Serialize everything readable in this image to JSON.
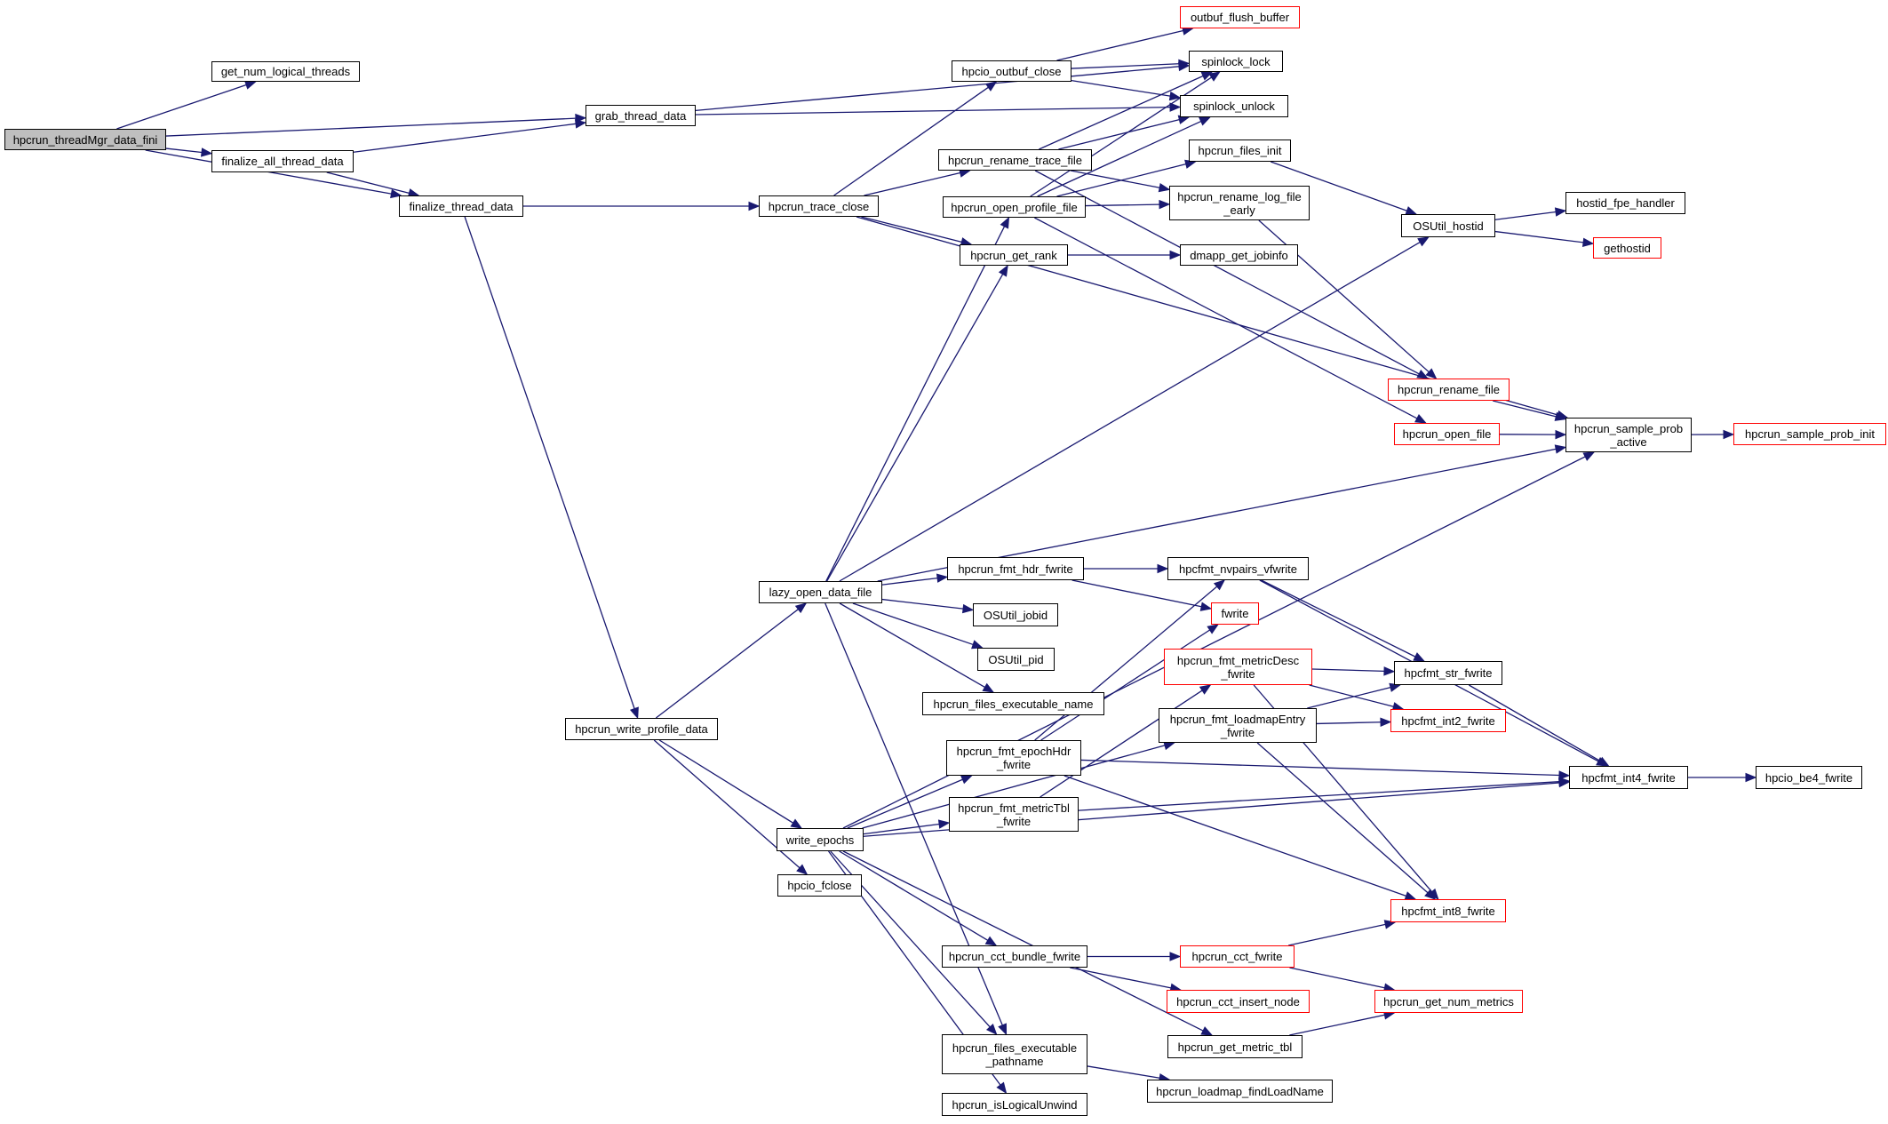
{
  "diagram": {
    "type": "call-graph",
    "root": "hpcrun_threadMgr_data_fini",
    "colors": {
      "edge": "#191970",
      "external_border": "#ff0000",
      "node_border": "#000000",
      "root_fill": "#bfbfbf"
    },
    "nodes": [
      {
        "id": "root",
        "label": "hpcrun_threadMgr_data_fini",
        "kind": "root"
      },
      {
        "id": "get_num_logical_threads",
        "label": "get_num_logical_threads",
        "kind": "normal"
      },
      {
        "id": "finalize_all_thread_data",
        "label": "finalize_all_thread_data",
        "kind": "normal"
      },
      {
        "id": "grab_thread_data",
        "label": "grab_thread_data",
        "kind": "normal"
      },
      {
        "id": "finalize_thread_data",
        "label": "finalize_thread_data",
        "kind": "normal"
      },
      {
        "id": "hpcrun_trace_close",
        "label": "hpcrun_trace_close",
        "kind": "normal"
      },
      {
        "id": "hpcio_outbuf_close",
        "label": "hpcio_outbuf_close",
        "kind": "normal"
      },
      {
        "id": "outbuf_flush_buffer",
        "label": "outbuf_flush_buffer",
        "kind": "external"
      },
      {
        "id": "spinlock_lock",
        "label": "spinlock_lock",
        "kind": "normal"
      },
      {
        "id": "spinlock_unlock",
        "label": "spinlock_unlock",
        "kind": "normal"
      },
      {
        "id": "hpcrun_rename_trace_file",
        "label": "hpcrun_rename_trace_file",
        "kind": "normal"
      },
      {
        "id": "hpcrun_files_init",
        "label": "hpcrun_files_init",
        "kind": "normal"
      },
      {
        "id": "hpcrun_open_profile_file",
        "label": "hpcrun_open_profile_file",
        "kind": "normal"
      },
      {
        "id": "hpcrun_rename_log_file_early",
        "label": "hpcrun_rename_log_file\n_early",
        "kind": "normal"
      },
      {
        "id": "hpcrun_get_rank",
        "label": "hpcrun_get_rank",
        "kind": "normal"
      },
      {
        "id": "dmapp_get_jobinfo",
        "label": "dmapp_get_jobinfo",
        "kind": "normal"
      },
      {
        "id": "OSUtil_hostid",
        "label": "OSUtil_hostid",
        "kind": "normal"
      },
      {
        "id": "hostid_fpe_handler",
        "label": "hostid_fpe_handler",
        "kind": "normal"
      },
      {
        "id": "gethostid",
        "label": "gethostid",
        "kind": "external"
      },
      {
        "id": "hpcrun_rename_file",
        "label": "hpcrun_rename_file",
        "kind": "external"
      },
      {
        "id": "hpcrun_open_file",
        "label": "hpcrun_open_file",
        "kind": "external"
      },
      {
        "id": "hpcrun_sample_prob_active",
        "label": "hpcrun_sample_prob\n_active",
        "kind": "normal"
      },
      {
        "id": "hpcrun_sample_prob_init",
        "label": "hpcrun_sample_prob_init",
        "kind": "external"
      },
      {
        "id": "lazy_open_data_file",
        "label": "lazy_open_data_file",
        "kind": "normal"
      },
      {
        "id": "hpcrun_fmt_hdr_fwrite",
        "label": "hpcrun_fmt_hdr_fwrite",
        "kind": "normal"
      },
      {
        "id": "OSUtil_jobid",
        "label": "OSUtil_jobid",
        "kind": "normal"
      },
      {
        "id": "OSUtil_pid",
        "label": "OSUtil_pid",
        "kind": "normal"
      },
      {
        "id": "hpcrun_files_executable_name",
        "label": "hpcrun_files_executable_name",
        "kind": "normal"
      },
      {
        "id": "hpcfmt_nvpairs_vfwrite",
        "label": "hpcfmt_nvpairs_vfwrite",
        "kind": "normal"
      },
      {
        "id": "fwrite",
        "label": "fwrite",
        "kind": "external"
      },
      {
        "id": "hpcrun_fmt_metricDesc_fwrite",
        "label": "hpcrun_fmt_metricDesc\n_fwrite",
        "kind": "external"
      },
      {
        "id": "hpcfmt_str_fwrite",
        "label": "hpcfmt_str_fwrite",
        "kind": "normal"
      },
      {
        "id": "hpcrun_fmt_loadmapEntry_fwrite",
        "label": "hpcrun_fmt_loadmapEntry\n_fwrite",
        "kind": "normal"
      },
      {
        "id": "hpcfmt_int2_fwrite",
        "label": "hpcfmt_int2_fwrite",
        "kind": "external"
      },
      {
        "id": "hpcrun_write_profile_data",
        "label": "hpcrun_write_profile_data",
        "kind": "normal"
      },
      {
        "id": "hpcrun_fmt_epochHdr_fwrite",
        "label": "hpcrun_fmt_epochHdr\n_fwrite",
        "kind": "normal"
      },
      {
        "id": "hpcrun_fmt_metricTbl_fwrite",
        "label": "hpcrun_fmt_metricTbl\n_fwrite",
        "kind": "normal"
      },
      {
        "id": "hpcfmt_int4_fwrite",
        "label": "hpcfmt_int4_fwrite",
        "kind": "normal"
      },
      {
        "id": "hpcio_be4_fwrite",
        "label": "hpcio_be4_fwrite",
        "kind": "normal"
      },
      {
        "id": "write_epochs",
        "label": "write_epochs",
        "kind": "normal"
      },
      {
        "id": "hpcio_fclose",
        "label": "hpcio_fclose",
        "kind": "normal"
      },
      {
        "id": "hpcfmt_int8_fwrite",
        "label": "hpcfmt_int8_fwrite",
        "kind": "external"
      },
      {
        "id": "hpcrun_cct_bundle_fwrite",
        "label": "hpcrun_cct_bundle_fwrite",
        "kind": "normal"
      },
      {
        "id": "hpcrun_cct_fwrite",
        "label": "hpcrun_cct_fwrite",
        "kind": "external"
      },
      {
        "id": "hpcrun_cct_insert_node",
        "label": "hpcrun_cct_insert_node",
        "kind": "external"
      },
      {
        "id": "hpcrun_get_num_metrics",
        "label": "hpcrun_get_num_metrics",
        "kind": "external"
      },
      {
        "id": "hpcrun_get_metric_tbl",
        "label": "hpcrun_get_metric_tbl",
        "kind": "normal"
      },
      {
        "id": "hpcrun_files_executable_pathname",
        "label": "hpcrun_files_executable\n_pathname",
        "kind": "normal"
      },
      {
        "id": "hpcrun_loadmap_findLoadName",
        "label": "hpcrun_loadmap_findLoadName",
        "kind": "normal"
      },
      {
        "id": "hpcrun_isLogicalUnwind",
        "label": "hpcrun_isLogicalUnwind",
        "kind": "normal"
      }
    ],
    "edges": [
      [
        "root",
        "get_num_logical_threads"
      ],
      [
        "root",
        "grab_thread_data"
      ],
      [
        "root",
        "finalize_all_thread_data"
      ],
      [
        "root",
        "finalize_thread_data"
      ],
      [
        "finalize_all_thread_data",
        "grab_thread_data"
      ],
      [
        "finalize_all_thread_data",
        "finalize_thread_data"
      ],
      [
        "grab_thread_data",
        "spinlock_lock"
      ],
      [
        "grab_thread_data",
        "spinlock_unlock"
      ],
      [
        "finalize_thread_data",
        "hpcrun_trace_close"
      ],
      [
        "finalize_thread_data",
        "hpcrun_write_profile_data"
      ],
      [
        "hpcrun_trace_close",
        "hpcio_outbuf_close"
      ],
      [
        "hpcrun_trace_close",
        "hpcrun_rename_trace_file"
      ],
      [
        "hpcrun_trace_close",
        "hpcrun_get_rank"
      ],
      [
        "hpcrun_trace_close",
        "hpcrun_sample_prob_active"
      ],
      [
        "hpcio_outbuf_close",
        "outbuf_flush_buffer"
      ],
      [
        "hpcio_outbuf_close",
        "spinlock_lock"
      ],
      [
        "hpcio_outbuf_close",
        "spinlock_unlock"
      ],
      [
        "hpcrun_rename_trace_file",
        "spinlock_lock"
      ],
      [
        "hpcrun_rename_trace_file",
        "spinlock_unlock"
      ],
      [
        "hpcrun_rename_trace_file",
        "hpcrun_rename_log_file_early"
      ],
      [
        "hpcrun_rename_trace_file",
        "hpcrun_rename_file"
      ],
      [
        "hpcrun_open_profile_file",
        "spinlock_lock"
      ],
      [
        "hpcrun_open_profile_file",
        "spinlock_unlock"
      ],
      [
        "hpcrun_open_profile_file",
        "hpcrun_files_init"
      ],
      [
        "hpcrun_open_profile_file",
        "hpcrun_rename_log_file_early"
      ],
      [
        "hpcrun_open_profile_file",
        "hpcrun_open_file"
      ],
      [
        "hpcrun_files_init",
        "OSUtil_hostid"
      ],
      [
        "hpcrun_rename_log_file_early",
        "hpcrun_rename_file"
      ],
      [
        "hpcrun_get_rank",
        "dmapp_get_jobinfo"
      ],
      [
        "OSUtil_hostid",
        "hostid_fpe_handler"
      ],
      [
        "OSUtil_hostid",
        "gethostid"
      ],
      [
        "hpcrun_rename_file",
        "hpcrun_sample_prob_active"
      ],
      [
        "hpcrun_open_file",
        "hpcrun_sample_prob_active"
      ],
      [
        "hpcrun_sample_prob_active",
        "hpcrun_sample_prob_init"
      ],
      [
        "hpcrun_write_profile_data",
        "lazy_open_data_file"
      ],
      [
        "hpcrun_write_profile_data",
        "write_epochs"
      ],
      [
        "hpcrun_write_profile_data",
        "hpcio_fclose"
      ],
      [
        "lazy_open_data_file",
        "hpcrun_open_profile_file"
      ],
      [
        "lazy_open_data_file",
        "hpcrun_get_rank"
      ],
      [
        "lazy_open_data_file",
        "OSUtil_hostid"
      ],
      [
        "lazy_open_data_file",
        "hpcrun_sample_prob_active"
      ],
      [
        "lazy_open_data_file",
        "hpcrun_fmt_hdr_fwrite"
      ],
      [
        "lazy_open_data_file",
        "OSUtil_jobid"
      ],
      [
        "lazy_open_data_file",
        "OSUtil_pid"
      ],
      [
        "lazy_open_data_file",
        "hpcrun_files_executable_name"
      ],
      [
        "lazy_open_data_file",
        "hpcrun_files_executable_pathname"
      ],
      [
        "hpcrun_fmt_hdr_fwrite",
        "hpcfmt_nvpairs_vfwrite"
      ],
      [
        "hpcrun_fmt_hdr_fwrite",
        "fwrite"
      ],
      [
        "hpcfmt_nvpairs_vfwrite",
        "hpcfmt_str_fwrite"
      ],
      [
        "hpcfmt_nvpairs_vfwrite",
        "hpcfmt_int4_fwrite"
      ],
      [
        "hpcrun_fmt_metricDesc_fwrite",
        "hpcfmt_str_fwrite"
      ],
      [
        "hpcrun_fmt_metricDesc_fwrite",
        "hpcfmt_int2_fwrite"
      ],
      [
        "hpcrun_fmt_metricDesc_fwrite",
        "hpcfmt_int8_fwrite"
      ],
      [
        "hpcrun_fmt_loadmapEntry_fwrite",
        "hpcfmt_str_fwrite"
      ],
      [
        "hpcrun_fmt_loadmapEntry_fwrite",
        "hpcfmt_int2_fwrite"
      ],
      [
        "hpcrun_fmt_loadmapEntry_fwrite",
        "hpcfmt_int8_fwrite"
      ],
      [
        "hpcfmt_str_fwrite",
        "hpcfmt_int4_fwrite"
      ],
      [
        "hpcfmt_int4_fwrite",
        "hpcio_be4_fwrite"
      ],
      [
        "write_epochs",
        "hpcrun_sample_prob_active"
      ],
      [
        "write_epochs",
        "hpcrun_fmt_epochHdr_fwrite"
      ],
      [
        "write_epochs",
        "hpcrun_fmt_metricTbl_fwrite"
      ],
      [
        "write_epochs",
        "hpcrun_fmt_loadmapEntry_fwrite"
      ],
      [
        "write_epochs",
        "hpcfmt_int4_fwrite"
      ],
      [
        "write_epochs",
        "hpcrun_cct_bundle_fwrite"
      ],
      [
        "write_epochs",
        "hpcrun_get_metric_tbl"
      ],
      [
        "write_epochs",
        "hpcrun_files_executable_pathname"
      ],
      [
        "write_epochs",
        "hpcrun_isLogicalUnwind"
      ],
      [
        "hpcrun_fmt_epochHdr_fwrite",
        "hpcfmt_nvpairs_vfwrite"
      ],
      [
        "hpcrun_fmt_epochHdr_fwrite",
        "fwrite"
      ],
      [
        "hpcrun_fmt_epochHdr_fwrite",
        "hpcfmt_int4_fwrite"
      ],
      [
        "hpcrun_fmt_epochHdr_fwrite",
        "hpcfmt_int8_fwrite"
      ],
      [
        "hpcrun_fmt_metricTbl_fwrite",
        "hpcrun_fmt_metricDesc_fwrite"
      ],
      [
        "hpcrun_fmt_metricTbl_fwrite",
        "hpcfmt_int4_fwrite"
      ],
      [
        "hpcrun_cct_bundle_fwrite",
        "hpcrun_cct_fwrite"
      ],
      [
        "hpcrun_cct_bundle_fwrite",
        "hpcrun_cct_insert_node"
      ],
      [
        "hpcrun_cct_fwrite",
        "hpcfmt_int8_fwrite"
      ],
      [
        "hpcrun_cct_fwrite",
        "hpcrun_get_num_metrics"
      ],
      [
        "hpcrun_get_metric_tbl",
        "hpcrun_get_num_metrics"
      ],
      [
        "hpcrun_files_executable_pathname",
        "hpcrun_loadmap_findLoadName"
      ]
    ]
  }
}
